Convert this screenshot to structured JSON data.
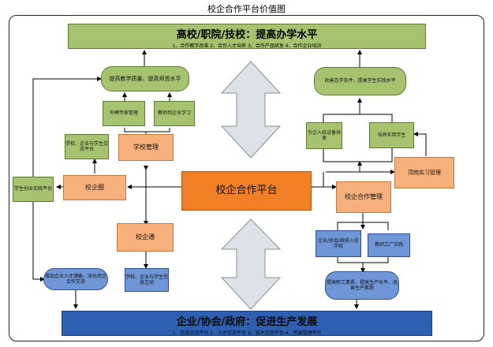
{
  "title": "校企合作平台价值图",
  "top": {
    "title": "高校/职院/技校：提高办学水平",
    "subtitle": "1、合作教学改革  2、合作人才培养  3、合作产品研发  4、合作企业培训"
  },
  "bottom": {
    "title": "企业/协会/政府：促进生产发展",
    "subtitle": "1、信息交流平台  2、人才交流平台  3、技术交流平台  4、资源管理平台"
  },
  "center": "校企合作平台",
  "left": {
    "improve_teaching": "提高教学质量、提高师资水平",
    "external_experts": "外聘专家管理",
    "teacher_practice": "教师到企业学习",
    "school_mgmt": "学校管理",
    "school_enterprise_exchange": "学校、企业与学生交流平台",
    "student_innovation": "学生创业实践平台",
    "xiaoqiquan": "校企圈",
    "xiaoqitong": "校企通",
    "talent_reserve": "增加企业人才储备、深化校企合作交流",
    "info_interaction": "学校、企业与学生信息互动"
  },
  "right": {
    "improve_conditions": "改善办学条件，提高学生实践水平",
    "enterprise_equipment": "引企入校设备共享",
    "practical_students": "培养实用学生",
    "internship_mgmt": "顶岗实习管理",
    "cooperation_mgmt": "校企合作管理",
    "enterprise_school": "企业/协会/政府入驻学校",
    "teacher_factory": "教师工厂实践",
    "improve_quality": "提高职工素质、提高生产水平、改善生产素质"
  }
}
